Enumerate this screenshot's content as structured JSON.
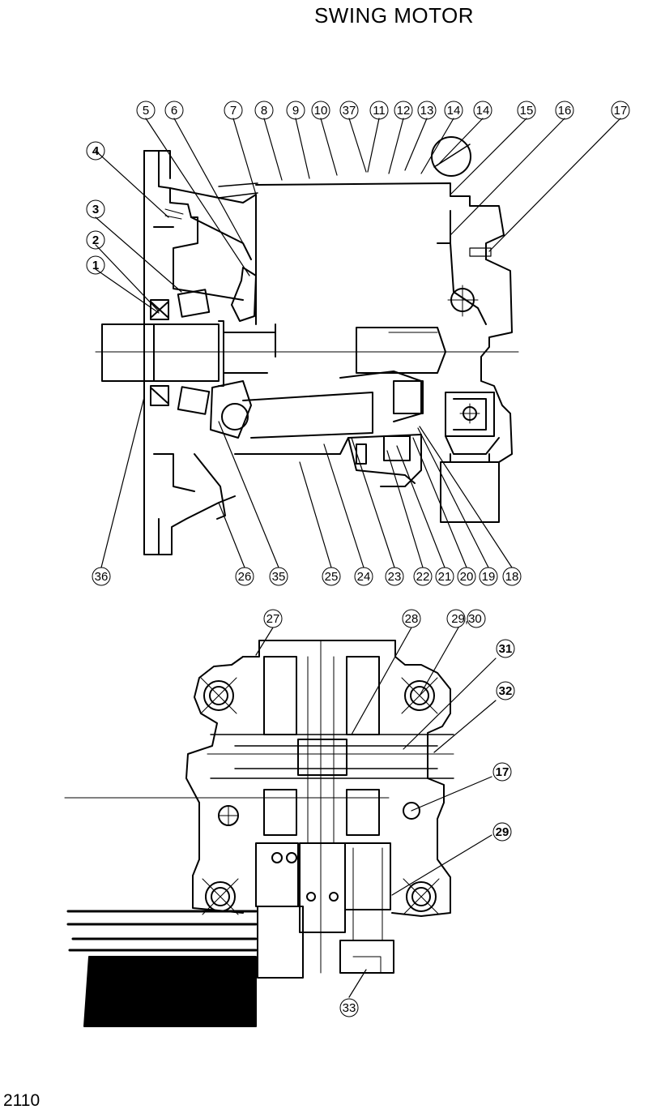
{
  "title": "SWING MOTOR",
  "page_number": "2110",
  "callouts": [
    {
      "id": "c-5",
      "label": "5"
    },
    {
      "id": "c-6",
      "label": "6"
    },
    {
      "id": "c-7",
      "label": "7"
    },
    {
      "id": "c-8",
      "label": "8"
    },
    {
      "id": "c-9",
      "label": "9"
    },
    {
      "id": "c-10",
      "label": "10"
    },
    {
      "id": "c-37",
      "label": "37"
    },
    {
      "id": "c-11",
      "label": "11"
    },
    {
      "id": "c-12",
      "label": "12"
    },
    {
      "id": "c-13",
      "label": "13"
    },
    {
      "id": "c-14a",
      "label": "14"
    },
    {
      "id": "c-14b",
      "label": "14"
    },
    {
      "id": "c-15",
      "label": "15"
    },
    {
      "id": "c-16",
      "label": "16"
    },
    {
      "id": "c-17a",
      "label": "17"
    },
    {
      "id": "c-4",
      "label": "4"
    },
    {
      "id": "c-3",
      "label": "3"
    },
    {
      "id": "c-2",
      "label": "2"
    },
    {
      "id": "c-1",
      "label": "1"
    },
    {
      "id": "c-36",
      "label": "36"
    },
    {
      "id": "c-26",
      "label": "26"
    },
    {
      "id": "c-35",
      "label": "35"
    },
    {
      "id": "c-25",
      "label": "25"
    },
    {
      "id": "c-24",
      "label": "24"
    },
    {
      "id": "c-23",
      "label": "23"
    },
    {
      "id": "c-22",
      "label": "22"
    },
    {
      "id": "c-21",
      "label": "21"
    },
    {
      "id": "c-20",
      "label": "20"
    },
    {
      "id": "c-19",
      "label": "19"
    },
    {
      "id": "c-18",
      "label": "18"
    },
    {
      "id": "c-27",
      "label": "27"
    },
    {
      "id": "c-28",
      "label": "28"
    },
    {
      "id": "c-2930",
      "label": "29,30"
    },
    {
      "id": "c-31",
      "label": "31"
    },
    {
      "id": "c-32",
      "label": "32"
    },
    {
      "id": "c-17b",
      "label": "17"
    },
    {
      "id": "c-29",
      "label": "29"
    },
    {
      "id": "c-33",
      "label": "33"
    }
  ]
}
